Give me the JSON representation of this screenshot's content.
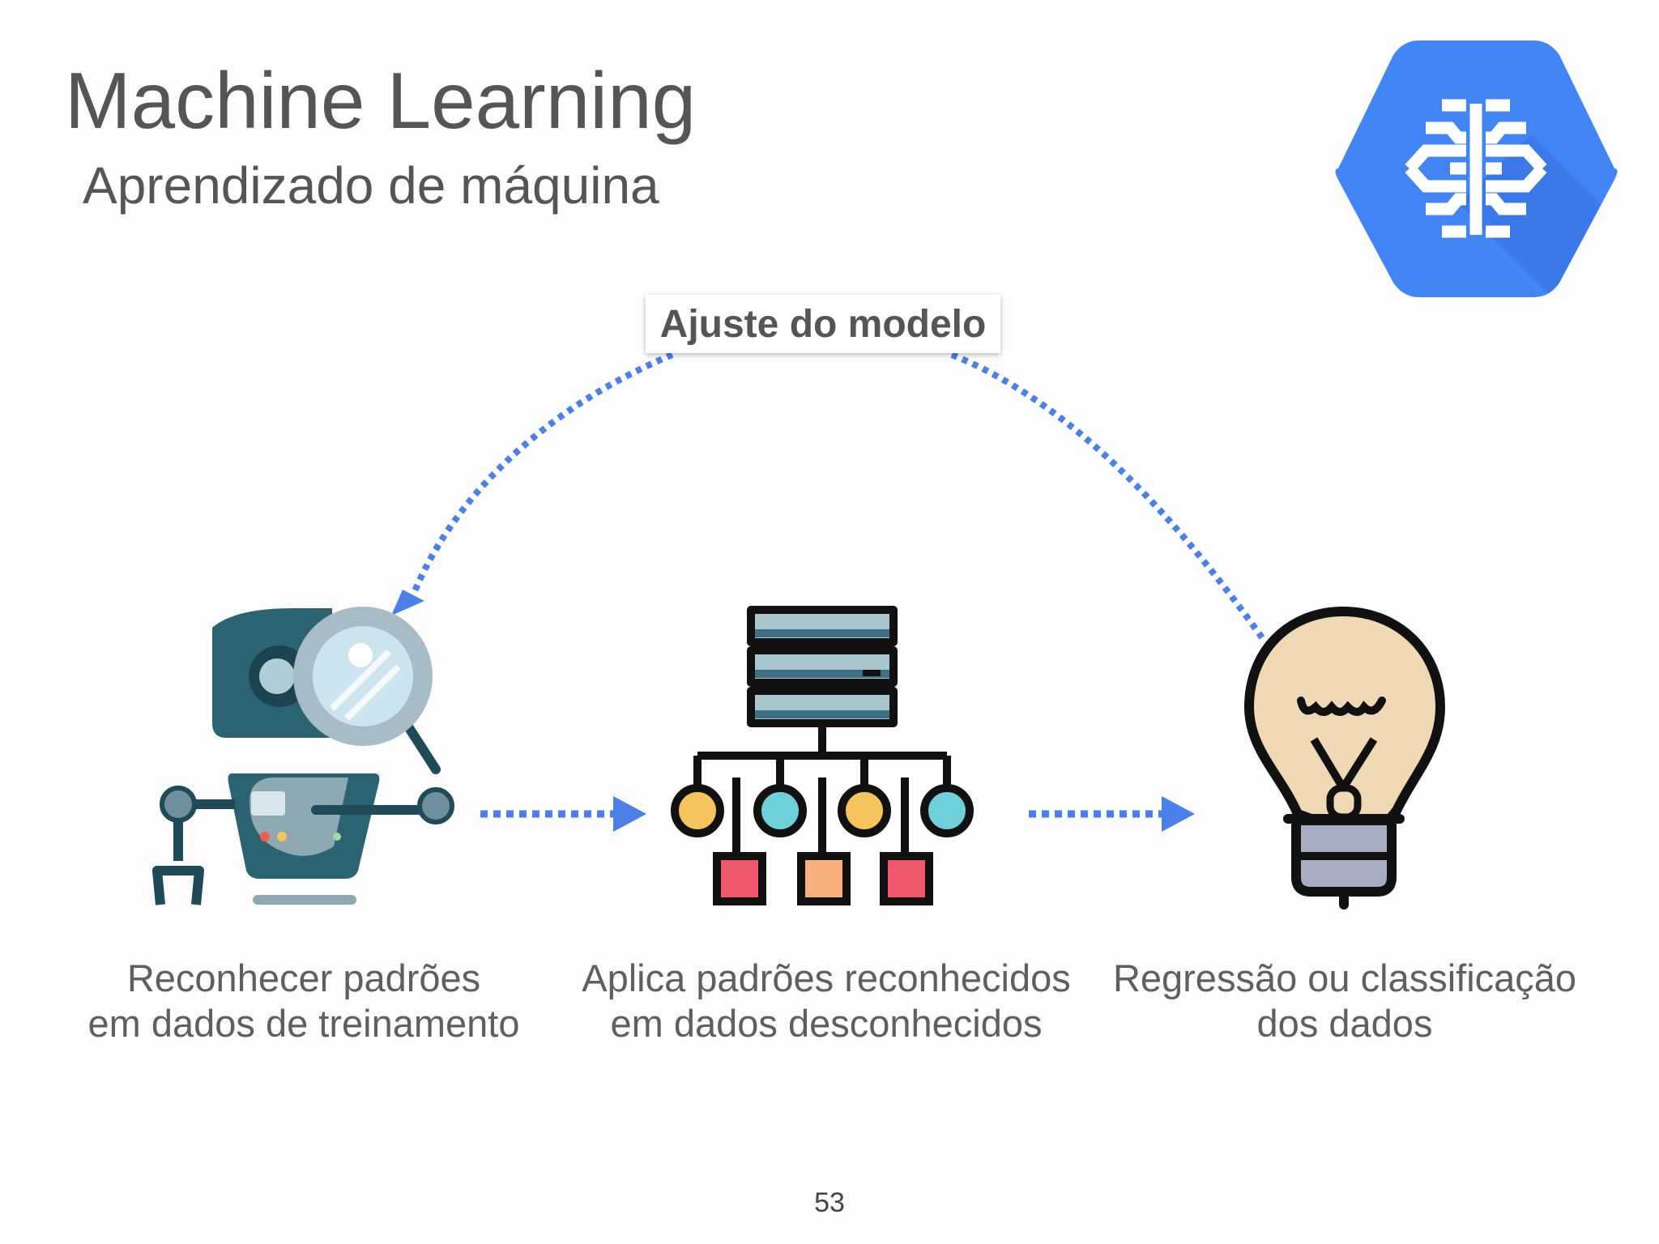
{
  "slide": {
    "title": "Machine Learning",
    "subtitle": "Aprendizado de máquina",
    "feedback_label": "Ajuste do modelo",
    "page_number": "53"
  },
  "steps": [
    {
      "icon": "robot-magnifier-icon",
      "caption_line1": "Reconhecer padrões",
      "caption_line2": "em dados de treinamento"
    },
    {
      "icon": "database-hierarchy-icon",
      "caption_line1": "Aplica padrões reconhecidos",
      "caption_line2": "em dados desconhecidos"
    },
    {
      "icon": "lightbulb-icon",
      "caption_line1": "Regressão ou classificação",
      "caption_line2": "dos dados"
    }
  ],
  "logo": {
    "icon": "cloud-machine-learning-brain-icon"
  },
  "colors": {
    "arrow": "#4a80e8",
    "logo_blue": "#4285f4",
    "logo_shadow": "#3b78e7",
    "text": "#555555"
  }
}
